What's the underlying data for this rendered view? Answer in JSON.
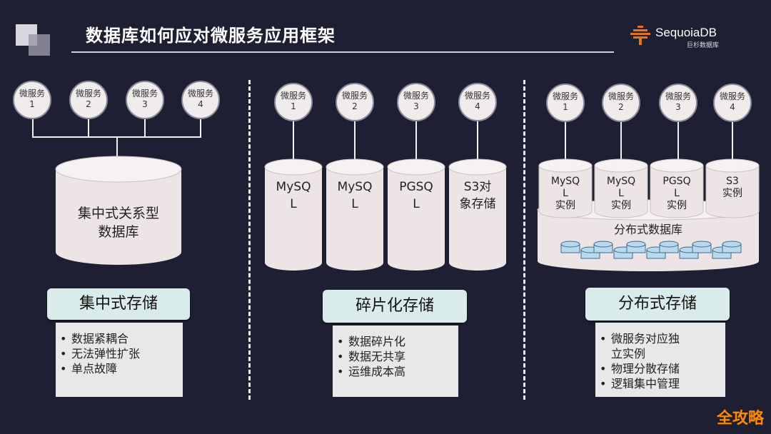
{
  "title": "数据库如何应对微服务应用框架",
  "logo": {
    "name": "SequoiaDB",
    "subtitle": "巨杉数据库"
  },
  "colors": {
    "background": "#1e1f33",
    "cylinder": "#ede5e5",
    "label_box": "#d9ecea",
    "bullet_box": "#e8e8e8",
    "disk": "#b9d9ee"
  },
  "section1": {
    "services": [
      "微服务\n1",
      "微服务\n2",
      "微服务\n3",
      "微服务\n4"
    ],
    "database": "集中式关系型\n数据库",
    "label": "集中式存储",
    "bullets": [
      "数据紧耦合",
      "无法弹性扩张",
      "单点故障"
    ]
  },
  "section2": {
    "services": [
      "微服务\n1",
      "微服务\n2",
      "微服务\n3",
      "微服务\n4"
    ],
    "databases": [
      "MySQ\nL",
      "MySQ\nL",
      "PGSQ\nL",
      "S3对\n象存储"
    ],
    "label": "碎片化存储",
    "bullets": [
      "数据碎片化",
      "数据无共享",
      "运维成本高"
    ]
  },
  "section3": {
    "services": [
      "微服务\n1",
      "微服务\n2",
      "微服务\n3",
      "微服务\n4"
    ],
    "instances": [
      "MySQ\nL\n实例",
      "MySQ\nL\n实例",
      "PGSQ\nL\n实例",
      "S3\n实例"
    ],
    "database": "分布式数据库",
    "label": "分布式存储",
    "bullets": [
      "微服务对应独\n立实例",
      "物理分散存储",
      "逻辑集中管理"
    ]
  },
  "watermark": "全攻略"
}
